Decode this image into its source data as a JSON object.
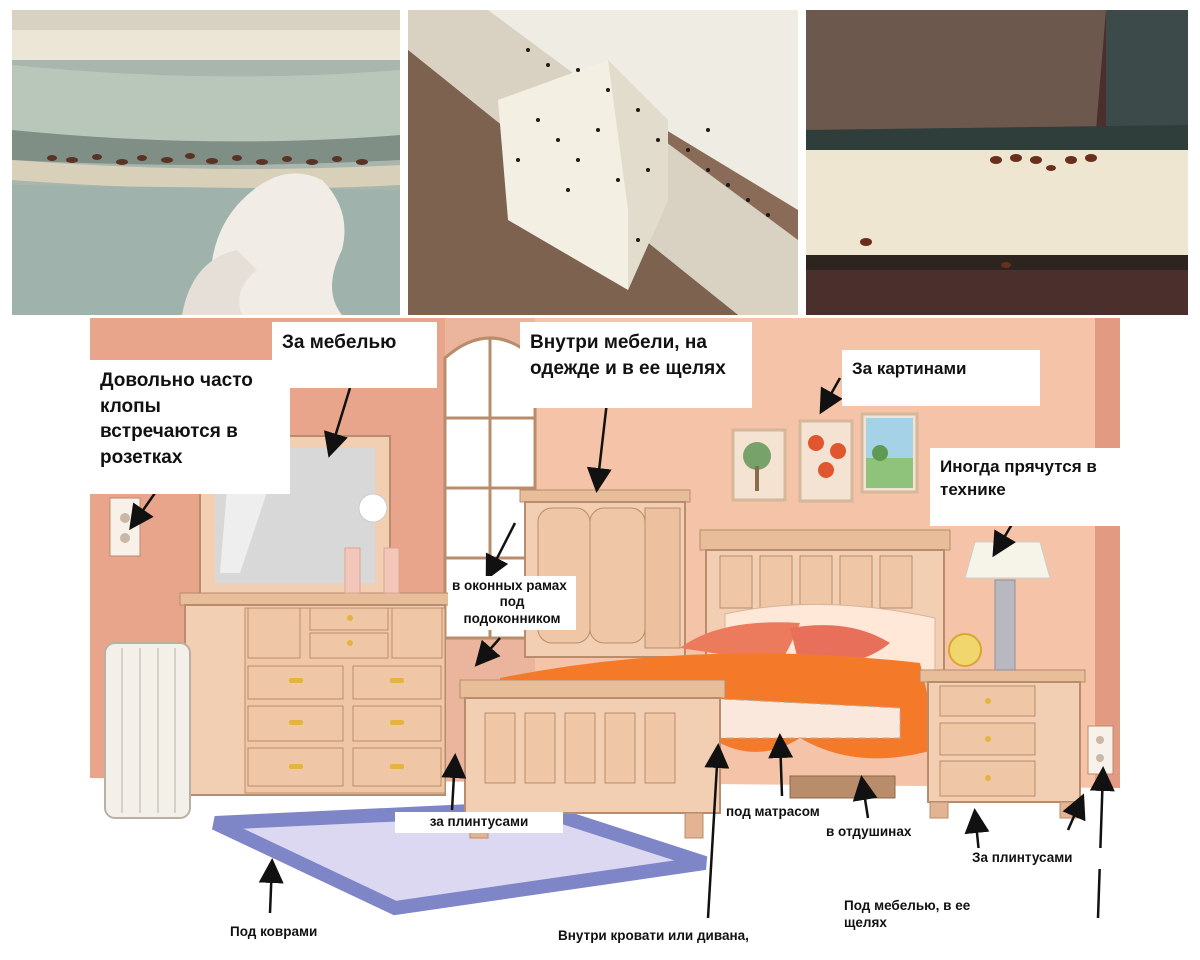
{
  "photos": [
    {
      "name": "mattress-seam-photo",
      "subject": "bugs-on-mattress-seam"
    },
    {
      "name": "baseboard-photo",
      "subject": "bugs-on-baseboard"
    },
    {
      "name": "book-edge-photo",
      "subject": "bugs-on-book-edge"
    }
  ],
  "labels": {
    "behind_furniture": "За мебелью",
    "inside_furniture": "Внутри мебели, на одежде и в ее щелях",
    "behind_pictures": "За картинами",
    "in_sockets": "Довольно часто клопы встречаются в розетках",
    "in_appliances": "Иногда прячутся в технике",
    "window_frames": "в оконных рамах",
    "under_sill": "под подоконником",
    "behind_baseboards_left": "за плинтусами",
    "under_mattress": "под матрасом",
    "in_vents": "в отдушинах",
    "behind_baseboards_right": "За плинтусами",
    "under_furniture": "Под мебелью, в ее щелях",
    "under_carpets": "Под коврами",
    "inside_bed": "Внутри кровати или дивана,"
  },
  "colors": {
    "wall_light": "#f4c3a8",
    "wall_dark": "#e89a82",
    "furniture": "#f2cfb2",
    "furniture_edge": "#b98c6c",
    "blanket": "#f47a2a",
    "carpet_border": "#7f86c8",
    "carpet_fill": "#dcd8f2"
  }
}
